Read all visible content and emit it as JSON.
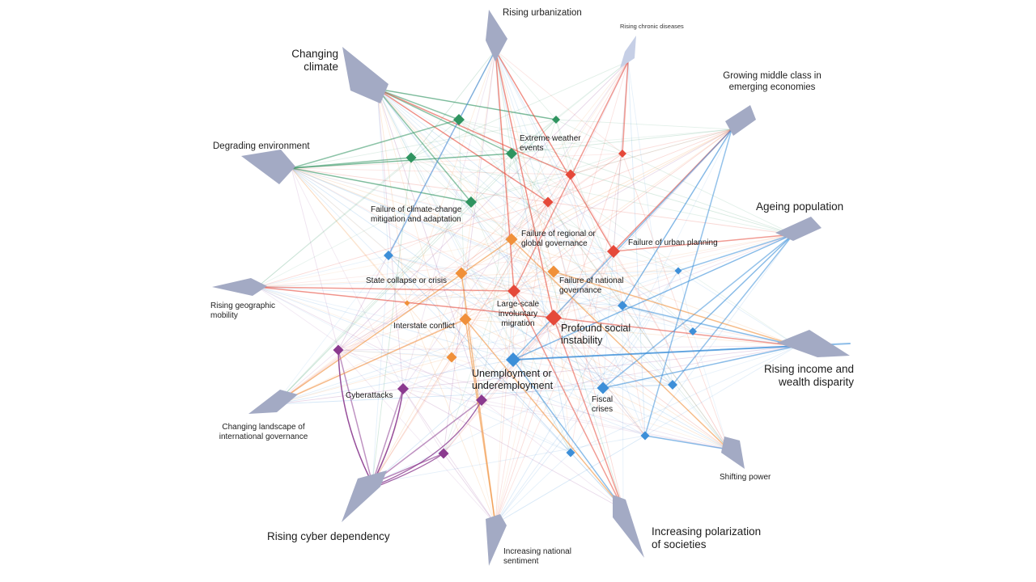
{
  "colors": {
    "trend": "#a3aac4",
    "trend_light": "#c6cfe6",
    "environmental": "#2f9460",
    "societal": "#e5493a",
    "geopolitical": "#f0903a",
    "economic": "#3d8fd8",
    "technological": "#8b3a8f"
  },
  "trends": {
    "rising_urbanization": "Rising urbanization",
    "rising_chronic_diseases": "Rising chronic diseases",
    "changing_climate": "Changing climate",
    "growing_middle_class": "Growing middle class in emerging economies",
    "degrading_environment": "Degrading environment",
    "ageing_population": "Ageing population",
    "rising_geographic_mobility": "Rising geographic mobility",
    "rising_income_disparity": "Rising income and wealth disparity",
    "changing_landscape_governance": "Changing landscape of international governance",
    "shifting_power": "Shifting power",
    "rising_cyber_dependency": "Rising cyber dependency",
    "increasing_national_sentiment": "Increasing national sentiment",
    "increasing_polarization": "Increasing polarization of societies"
  },
  "risks": {
    "extreme_weather": "Extreme weather events",
    "failure_climate": "Failure of climate-change mitigation and adaptation",
    "failure_regional_governance": "Failure of regional or global governance",
    "failure_urban_planning": "Failure of urban planning",
    "state_collapse": "State collapse or crisis",
    "failure_national_governance": "Failure of national governance",
    "involuntary_migration": "Large-scale involuntary migration",
    "profound_social_instability": "Profound social instability",
    "interstate_conflict": "Interstate conflict",
    "unemployment": "Unemployment or underemployment",
    "cyberattacks": "Cyberattacks",
    "fiscal_crises": "Fiscal crises"
  }
}
